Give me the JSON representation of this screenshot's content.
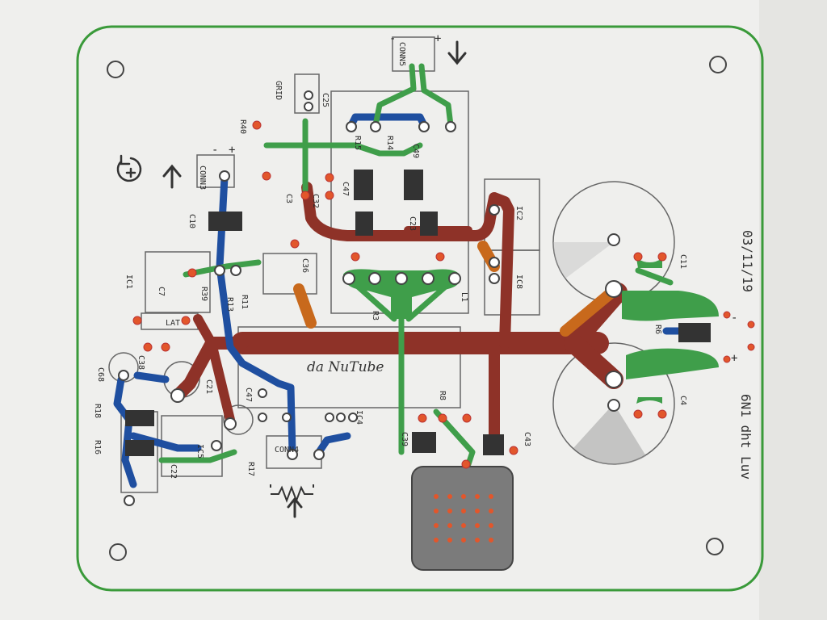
{
  "board": {
    "date": "03/11/19",
    "project_name": "6N1 dht Luv",
    "brand_text": "da NuTube"
  },
  "labels": {
    "conn_power": "CONN5",
    "conn_input": "CONN4",
    "conn_out": "CONN3",
    "grid": "GRID",
    "l1": "L1",
    "ic1": "IC1",
    "ic2": "IC2",
    "ic4": "IC4",
    "ic5": "IC5",
    "ic8": "IC8",
    "c3": "C3",
    "c4": "C4",
    "c7": "C7",
    "c10": "C10",
    "c11": "C11",
    "c21": "C21",
    "c22": "C22",
    "c23": "C23",
    "c25": "C25",
    "c32": "C32",
    "c36": "C36",
    "c38": "C38",
    "c39": "C39",
    "c43": "C43",
    "c47": "C47",
    "c49": "C49",
    "c68": "C68",
    "r3": "R3",
    "r6": "R6",
    "r8": "R8",
    "r11": "R11",
    "r13": "R13",
    "r14": "R14",
    "r15": "R15",
    "r16": "R16",
    "r17": "R17",
    "r18": "R18",
    "r39": "R39",
    "r40": "R40",
    "lat": "LAT",
    "plus": "+",
    "minus": "-"
  },
  "colors": {
    "outline": "#3a9a3a",
    "copper_green": "#3f9e4a",
    "copper_red": "#8e3228",
    "copper_blue": "#1f4fa0",
    "copper_orange": "#c8691c",
    "pad": "#e2562b",
    "silk": "#555555"
  },
  "icons": [
    "arrow-up-icon",
    "arrow-down-icon",
    "rotate-plus-icon",
    "potentiometer-icon"
  ]
}
